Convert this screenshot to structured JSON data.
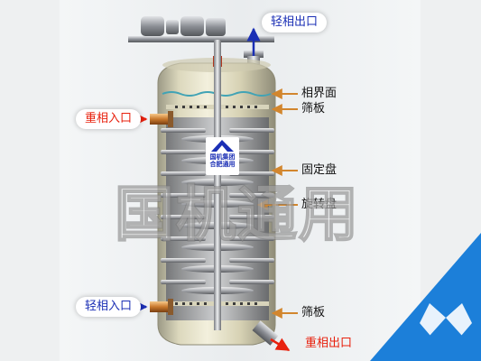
{
  "labels": {
    "light_out": "轻相出口",
    "interface": "相界面",
    "sieve_top": "筛板",
    "heavy_in": "重相入口",
    "fixed_disc": "固定盘",
    "rotating_disc": "旋转盘",
    "light_in": "轻相入口",
    "sieve_bottom": "筛板",
    "heavy_out": "重相出口"
  },
  "logo": {
    "line1": "国机集团",
    "line2": "合肥通用"
  },
  "watermark": "国机通用",
  "colors": {
    "label_blue": "#1b2fb5",
    "label_red": "#e8210e",
    "corner_blue": "#1c7fd9",
    "column_body": "#d8d2ae"
  },
  "icons": [
    "arrow-up-icon",
    "arrow-right-icon",
    "arrow-left-icon",
    "corner-logo-icon"
  ]
}
